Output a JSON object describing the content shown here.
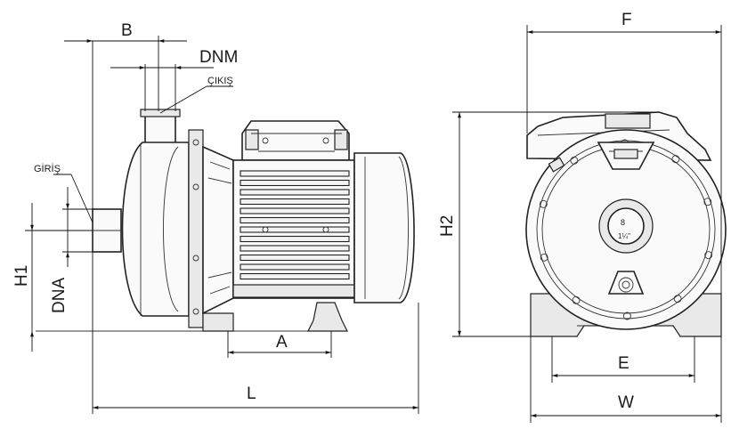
{
  "labels": {
    "B": "B",
    "DNM": "DNM",
    "CIKIS": "ÇIKIŞ",
    "GIRIS": "GİRİŞ",
    "H1": "H1",
    "DNA": "DNA",
    "A": "A",
    "L": "L",
    "F": "F",
    "H2": "H2",
    "E": "E",
    "W": "W"
  }
}
